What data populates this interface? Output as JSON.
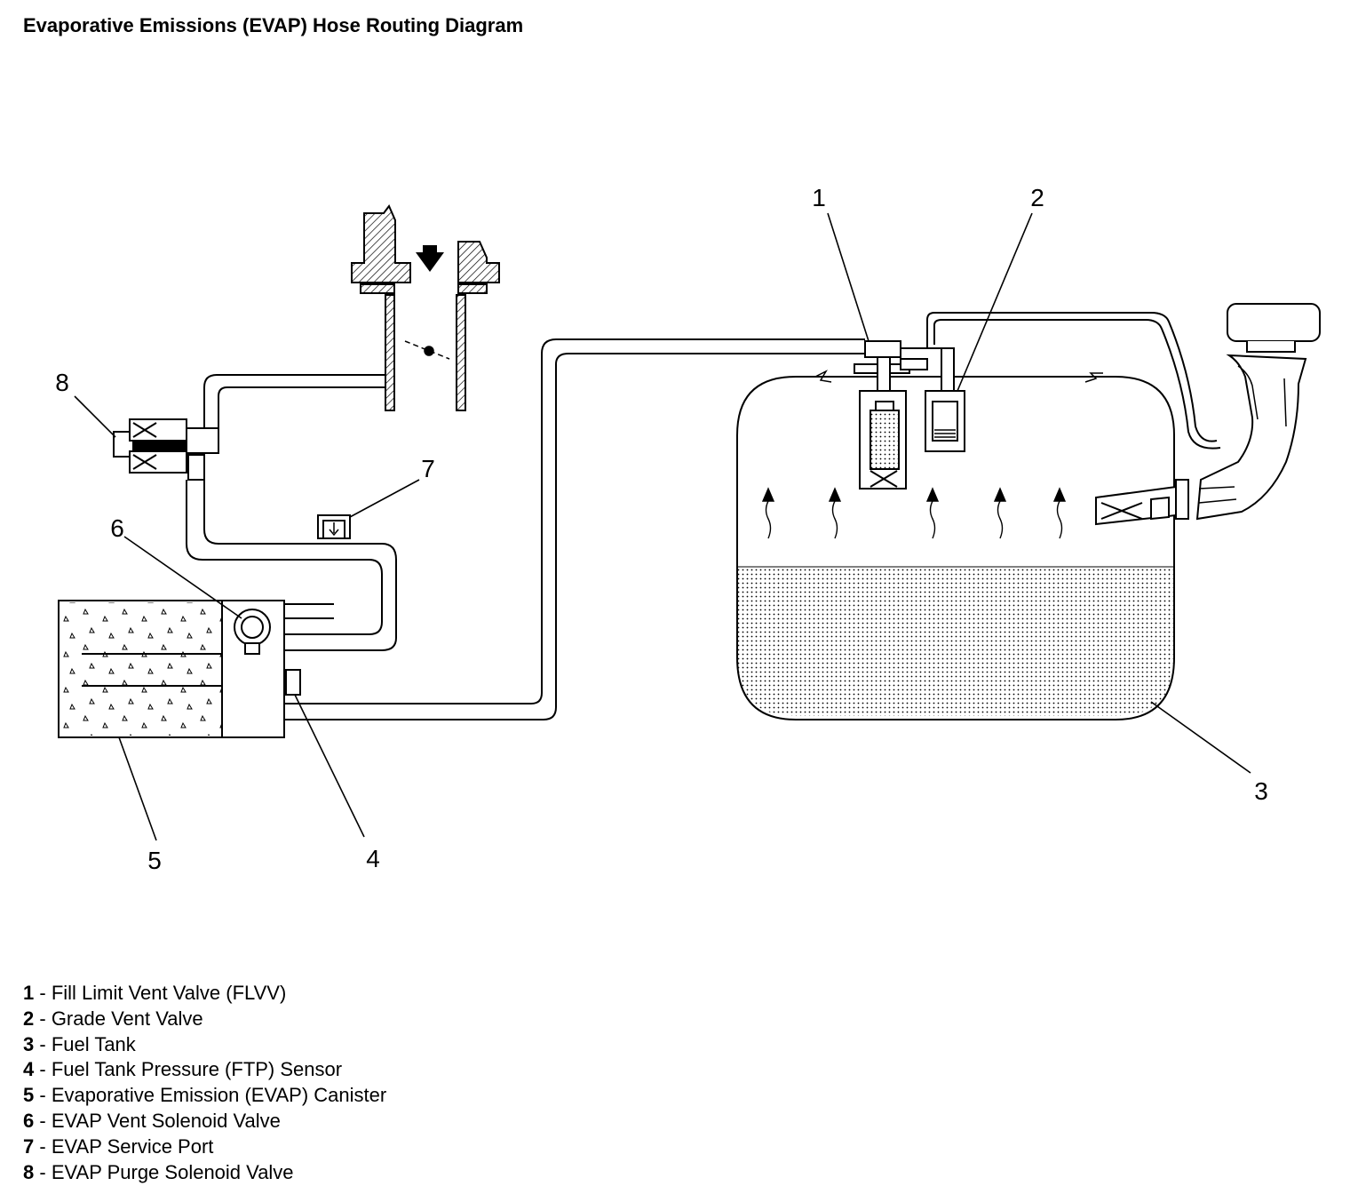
{
  "title": "Evaporative Emissions (EVAP) Hose Routing Diagram",
  "callouts": [
    "1",
    "2",
    "3",
    "4",
    "5",
    "6",
    "7",
    "8"
  ],
  "legend": [
    {
      "num": "1",
      "sep": " - ",
      "label": "Fill Limit Vent Valve (FLVV)"
    },
    {
      "num": "2",
      "sep": " - ",
      "label": "Grade Vent Valve"
    },
    {
      "num": "3",
      "sep": " - ",
      "label": "Fuel Tank"
    },
    {
      "num": "4",
      "sep": " - ",
      "label": "Fuel Tank Pressure (FTP) Sensor"
    },
    {
      "num": "5",
      "sep": " - ",
      "label": "Evaporative Emission (EVAP) Canister"
    },
    {
      "num": "6",
      "sep": " - ",
      "label": "EVAP Vent Solenoid Valve"
    },
    {
      "num": "7",
      "sep": " - ",
      "label": "EVAP Service Port"
    },
    {
      "num": "8",
      "sep": " - ",
      "label": "EVAP Purge Solenoid Valve"
    }
  ]
}
